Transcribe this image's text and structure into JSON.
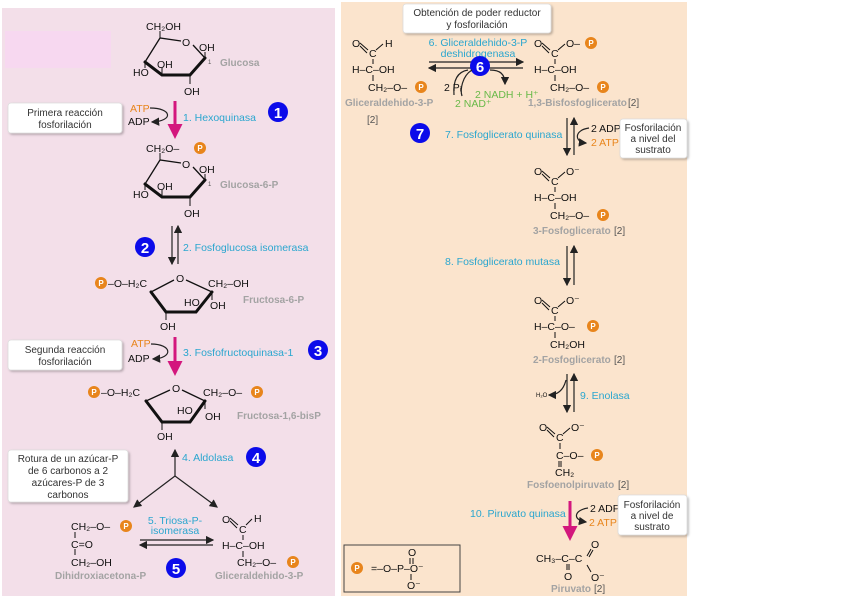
{
  "colors": {
    "left_panel": "#f3dfe9",
    "right_panel": "#fbe4cd",
    "enzyme": "#2aa6cf",
    "atp": "#e8851c",
    "nadh": "#68b948",
    "irreversible_arrow": "#d3177d",
    "step_badge": "#0b0bea",
    "phosphate": "#e8851c"
  },
  "symbols": {
    "p": "P"
  },
  "glucose": {
    "ch2oh": "CH₂OH",
    "o": "O",
    "oh1": "OH",
    "c1": "1",
    "oh3": "OH",
    "ho4": "HO",
    "oh2": "OH",
    "label": "Glucosa"
  },
  "step1": {
    "callout": [
      "Primera reacción",
      "fosforilación"
    ],
    "atp": "ATP",
    "adp": "ADP",
    "enzyme": "1. Hexoquinasa",
    "badge": "1"
  },
  "g6p": {
    "ch2o": "CH₂O–",
    "o": "O",
    "oh1": "OH",
    "c1": "1",
    "oh3": "OH",
    "ho4": "HO",
    "oh2": "OH",
    "label": "Glucosa-6-P"
  },
  "step2": {
    "enzyme": "2. Fosfoglucosa isomerasa",
    "badge": "2"
  },
  "f6p": {
    "left": "–O–H₂C",
    "o": "O",
    "right": "CH₂–OH",
    "ho": "HO",
    "oh": "OH",
    "oh_bottom": "OH",
    "label": "Fructosa-6-P"
  },
  "step3": {
    "callout": [
      "Segunda reacción",
      "fosforilación"
    ],
    "atp": "ATP",
    "adp": "ADP",
    "enzyme": "3. Fosfofructoquinasa-1",
    "badge": "3"
  },
  "f16bp": {
    "left": "–O–H₂C",
    "o": "O",
    "right": "CH₂–O–",
    "ho": "HO",
    "oh": "OH",
    "oh_bottom": "OH",
    "label": "Fructosa-1,6-bisP"
  },
  "step4": {
    "callout": [
      "Rotura de un azúcar-P",
      "de 6 carbonos a 2",
      "azúcares-P de 3",
      "carbonos"
    ],
    "enzyme": "4. Aldolasa",
    "badge": "4"
  },
  "dhap": {
    "r1": "CH₂–O–",
    "r2": "C=O",
    "r3": "CH₂–OH",
    "label": "Dihidroxiacetona-P"
  },
  "step5": {
    "enzyme": [
      "5. Triosa-P-",
      "isomerasa"
    ],
    "badge": "5"
  },
  "g3p_left": {
    "o": "O",
    "h": "H",
    "c": "C",
    "r2": "H–C–OH",
    "r3": "CH₂–O–",
    "label": "Gliceraldehido-3-P"
  },
  "step6": {
    "callout": [
      "Obtención de poder reductor",
      "y fosforilación"
    ],
    "enzyme": [
      "6. Gliceraldehido-3-P",
      "deshidrogenasa"
    ],
    "badge": "6",
    "pi": "2 Pᵢ",
    "nadh": "2 NADH + H⁺",
    "nad": "2 NAD⁺"
  },
  "g3p_right": {
    "o": "O",
    "h": "H",
    "c": "C",
    "r2": "H–C–OH",
    "r3": "CH₂–O–",
    "label": "Gliceraldehido-3-P",
    "count": "[2]"
  },
  "bpg13": {
    "o": "O",
    "c": "C",
    "o2": "O–",
    "r2": "H–C–OH",
    "r3": "CH₂–O–",
    "label": "1,3-Bisfosfoglicerato",
    "count": "[2]"
  },
  "step7": {
    "enzyme": "7. Fosfoglicerato quinasa",
    "badge": "7",
    "adp": "2 ADP",
    "atp": "2 ATP",
    "callout": [
      "Fosforilación",
      "a nivel del",
      "sustrato"
    ]
  },
  "pg3": {
    "o": "O",
    "c": "C",
    "o2": "O⁻",
    "r2": "H–C–OH",
    "r3": "CH₂–O–",
    "label": "3-Fosfoglicerato",
    "count": "[2]"
  },
  "step8": {
    "enzyme": "8. Fosfoglicerato mutasa"
  },
  "pg2": {
    "o": "O",
    "c": "C",
    "o2": "O⁻",
    "r2": "H–C–O–",
    "r3": "CH₂OH",
    "label": "2-Fosfoglicerato",
    "count": "[2]"
  },
  "step9": {
    "enzyme": "9. Enolasa",
    "h2o": "H₂O"
  },
  "pep": {
    "o": "O",
    "c": "C",
    "o2": "O⁻",
    "r2": "C–O–",
    "r3": "CH₂",
    "label": "Fosfoenolpiruvato",
    "count": "[2]"
  },
  "step10": {
    "enzyme": "10. Piruvato quinasa",
    "adp": "2 ADP",
    "atp": "2 ATP",
    "callout": [
      "Fosforilación",
      "a nivel de",
      "sustrato"
    ]
  },
  "pyruvate": {
    "r1": "CH₃–C–C",
    "o_down": "O",
    "o_up": "O",
    "o_minus": "O⁻",
    "label": "Piruvato",
    "count": "[2]"
  },
  "legend": {
    "eq": "=–O–P–O⁻",
    "o_top": "O",
    "o_bottom": "O⁻"
  }
}
